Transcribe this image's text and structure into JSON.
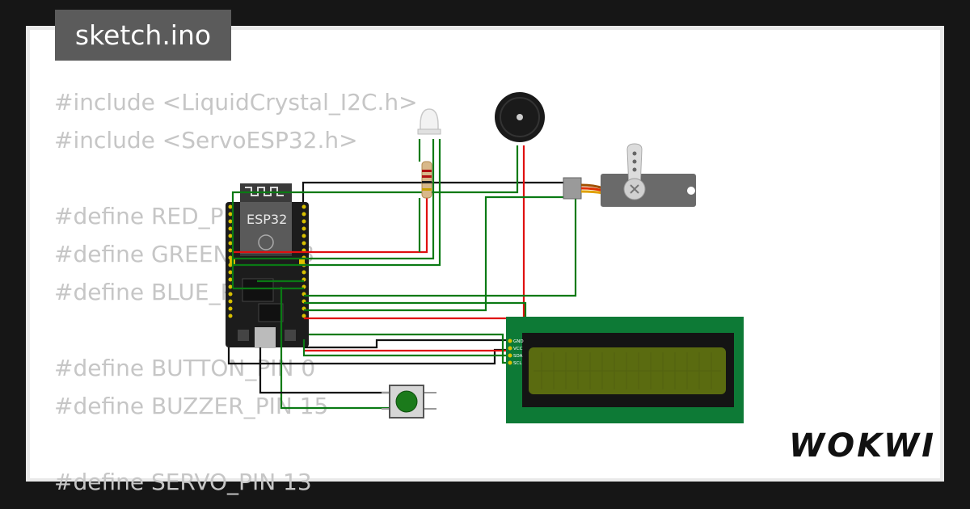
{
  "tab": {
    "filename": "sketch.ino"
  },
  "code_lines": [
    "#include <LiquidCrystal_I2C.h>",
    "#include <ServoESP32.h>",
    "",
    "#define RED_PIN 2",
    "#define GREEN_PIN 23",
    "#define BLUE_PIN 4",
    "",
    "#define BUTTON_PIN 0",
    "#define BUZZER_PIN 15",
    "",
    "#define SERVO_PIN 13"
  ],
  "board": {
    "label": "ESP32"
  },
  "lcd": {
    "pin_labels": [
      "GND",
      "VCC",
      "SDA",
      "SCL"
    ]
  },
  "brand": {
    "name": "WOKWI"
  },
  "colors": {
    "wire_green": "#0a7a14",
    "wire_red": "#e01010",
    "wire_black": "#111111",
    "pcb_green": "#0d7a36",
    "lcd_screen": "#5a6b10"
  }
}
